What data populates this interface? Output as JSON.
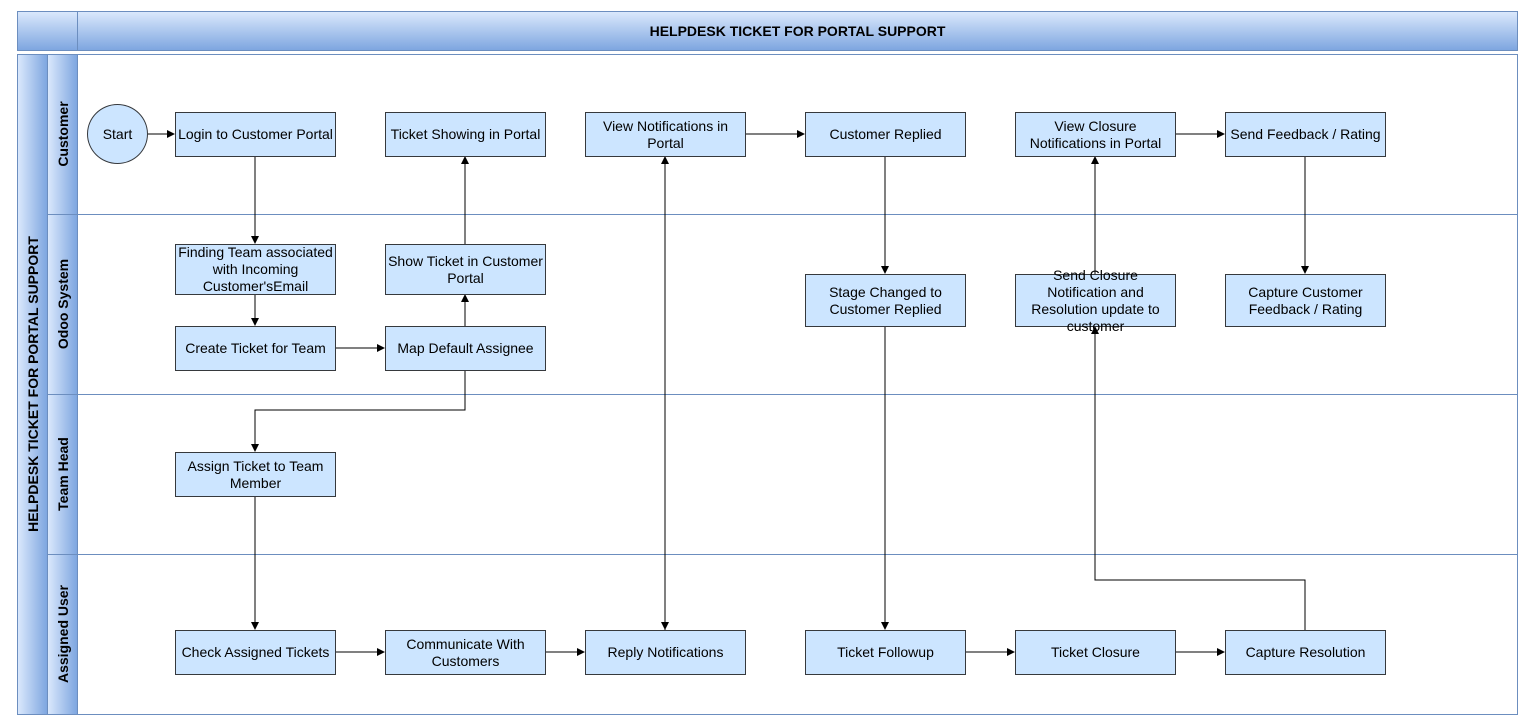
{
  "diagram": {
    "title": "HELPDESK TICKET FOR PORTAL SUPPORT",
    "pool_label": "HELPDESK TICKET FOR PORTAL SUPPORT",
    "lanes": [
      {
        "label": "Customer"
      },
      {
        "label": "Odoo System"
      },
      {
        "label": "Team Head"
      },
      {
        "label": "Assigned User"
      }
    ],
    "nodes": {
      "start": "Start",
      "login": "Login to Customer Portal",
      "ticket_showing": "Ticket Showing in Portal",
      "view_notifications": "View Notifications in Portal",
      "customer_replied": "Customer Replied",
      "view_closure": "View Closure Notifications in Portal",
      "send_feedback": "Send Feedback / Rating",
      "finding_team": "Finding Team associated with Incoming Customer'sEmail",
      "show_ticket": "Show Ticket in Customer Portal",
      "stage_changed": "Stage Changed to Customer Replied",
      "send_closure": "Send Closure Notification and Resolution update to customer",
      "capture_feedback": "Capture Customer Feedback / Rating",
      "create_ticket": "Create Ticket for Team",
      "map_assignee": "Map Default Assignee",
      "assign_ticket": "Assign Ticket to Team Member",
      "check_assigned": "Check Assigned Tickets",
      "communicate": "Communicate With Customers",
      "reply_notifications": "Reply Notifications",
      "ticket_followup": "Ticket Followup",
      "ticket_closure": "Ticket Closure",
      "capture_resolution": "Capture Resolution"
    },
    "colors": {
      "node_fill": "#cce5ff",
      "node_border": "#36393d",
      "lane_border": "#6c8ebf",
      "header_light": "#dae8fc",
      "header_dark": "#7ea6e0"
    }
  }
}
